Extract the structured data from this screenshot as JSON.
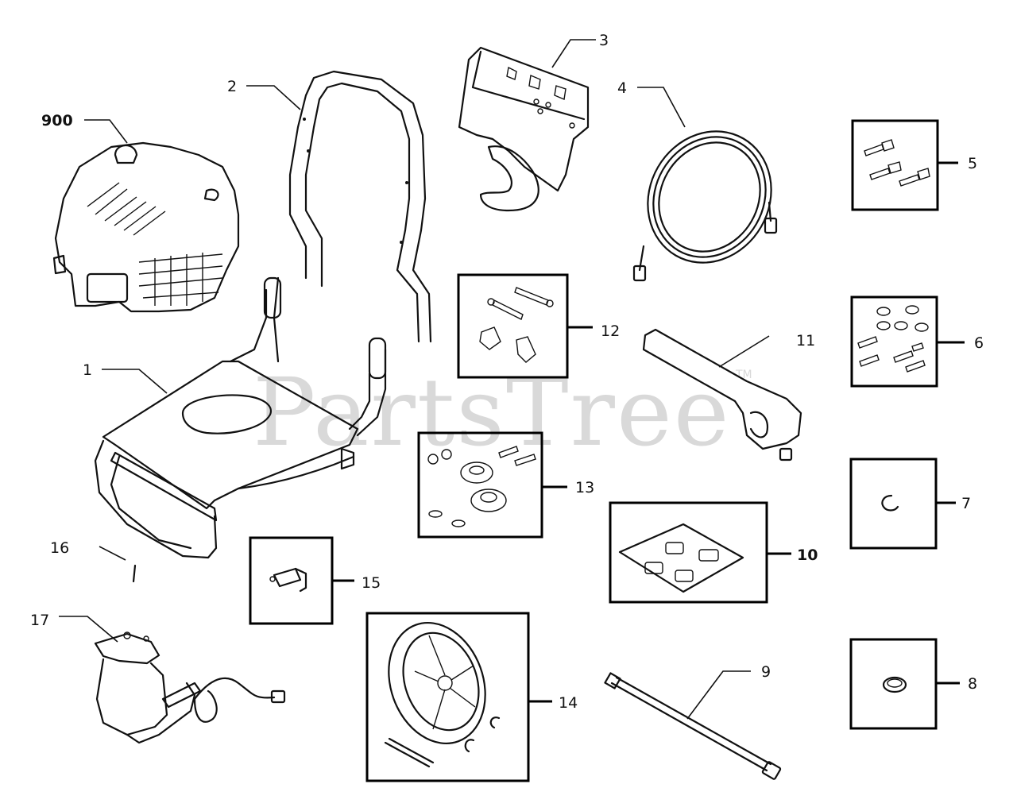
{
  "watermark": {
    "text": "PartsTree",
    "trademark": "TM"
  },
  "callouts": [
    {
      "id": "900",
      "label": "900"
    },
    {
      "id": "1",
      "label": "1"
    },
    {
      "id": "2",
      "label": "2"
    },
    {
      "id": "3",
      "label": "3"
    },
    {
      "id": "4",
      "label": "4"
    },
    {
      "id": "5",
      "label": "5"
    },
    {
      "id": "6",
      "label": "6"
    },
    {
      "id": "7",
      "label": "7"
    },
    {
      "id": "8",
      "label": "8"
    },
    {
      "id": "9",
      "label": "9"
    },
    {
      "id": "10",
      "label": "10"
    },
    {
      "id": "11",
      "label": "11"
    },
    {
      "id": "12",
      "label": "12"
    },
    {
      "id": "13",
      "label": "13"
    },
    {
      "id": "14",
      "label": "14"
    },
    {
      "id": "15",
      "label": "15"
    },
    {
      "id": "16",
      "label": "16"
    },
    {
      "id": "17",
      "label": "17"
    }
  ],
  "parts": [
    {
      "ref": "900",
      "icon": "engine-icon"
    },
    {
      "ref": "1",
      "icon": "base-frame-icon"
    },
    {
      "ref": "2",
      "icon": "handle-icon"
    },
    {
      "ref": "3",
      "icon": "bracket-icon"
    },
    {
      "ref": "4",
      "icon": "hose-coil-icon"
    },
    {
      "ref": "5",
      "icon": "bolts-icon"
    },
    {
      "ref": "6",
      "icon": "hardware-kit-icon"
    },
    {
      "ref": "7",
      "icon": "retaining-ring-icon"
    },
    {
      "ref": "8",
      "icon": "plug-icon"
    },
    {
      "ref": "9",
      "icon": "wand-extension-icon"
    },
    {
      "ref": "10",
      "icon": "nozzle-kit-icon"
    },
    {
      "ref": "11",
      "icon": "spray-gun-icon"
    },
    {
      "ref": "12",
      "icon": "fastener-kit-icon"
    },
    {
      "ref": "13",
      "icon": "mount-kit-icon"
    },
    {
      "ref": "14",
      "icon": "wheel-kit-icon"
    },
    {
      "ref": "15",
      "icon": "quick-connect-icon"
    },
    {
      "ref": "16",
      "icon": "pin-icon"
    },
    {
      "ref": "17",
      "icon": "pump-icon"
    }
  ]
}
